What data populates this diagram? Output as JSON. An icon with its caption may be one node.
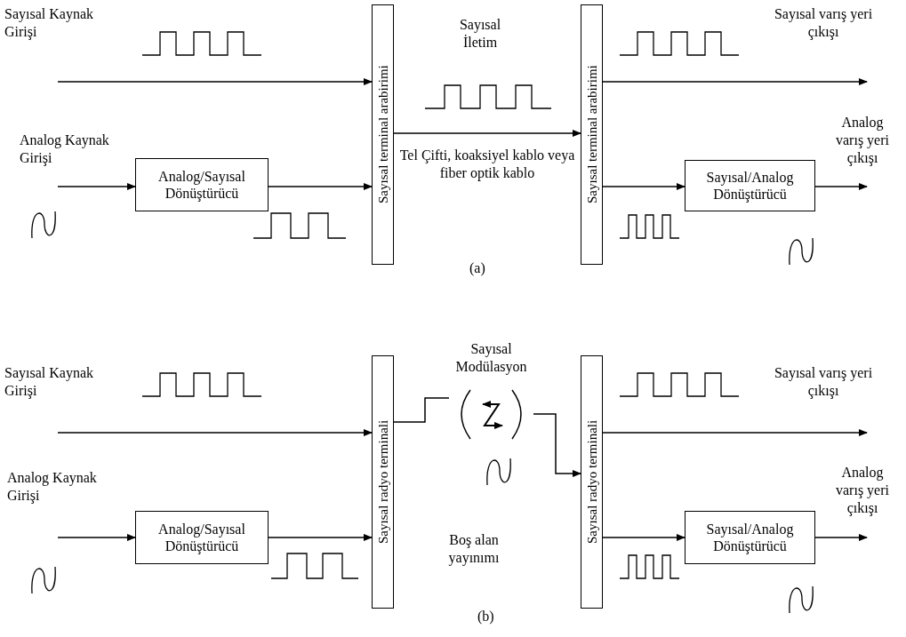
{
  "diagram": {
    "nodes": [
      {
        "text": [
          "Sayısal terminal arabirimi"
        ]
      },
      {
        "text": [
          "Analog/Sayısal Dönüştürücü"
        ]
      },
      {
        "text": [
          "Sayısal terminal arabirimi"
        ]
      },
      {
        "text": [
          "Sayısal/Analog Dönüştürücü"
        ]
      },
      {
        "text": [
          "Sayısal radyo terminali"
        ]
      },
      {
        "text": [
          "Analog/Sayısal Dönüştürücü"
        ]
      },
      {
        "text": [
          "Sayısal radyo terminali"
        ]
      },
      {
        "text": [
          "Sayısal/Analog Dönüştürücü"
        ]
      },
      {
        "text": [],
        "shape": "picture",
        "beside": [
          "Sayısal Modülasyon"
        ]
      }
    ],
    "edges": [
      {
        "from": null,
        "to": 0,
        "arrow": "to"
      },
      {
        "from": null,
        "to": 1,
        "arrow": "to"
      },
      {
        "from": 1,
        "to": 0,
        "arrow": "to"
      },
      {
        "from": 0,
        "to": 2,
        "arrow": "to",
        "label": "Tel Çifti, koaksiyel kablo veya fiber optik kablo"
      },
      {
        "from": 2,
        "to": null,
        "arrow": "to"
      },
      {
        "from": 2,
        "to": 3,
        "arrow": "to"
      },
      {
        "from": 3,
        "to": null,
        "arrow": "to"
      },
      {
        "from": null,
        "to": 4,
        "arrow": "to"
      },
      {
        "from": null,
        "to": 5,
        "arrow": "to"
      },
      {
        "from": 5,
        "to": 4,
        "arrow": "to"
      },
      {
        "from": 4,
        "to": 8,
        "arrow": "none"
      },
      {
        "from": 8,
        "to": 6,
        "arrow": "to"
      },
      {
        "from": 6,
        "to": null,
        "arrow": "to"
      },
      {
        "from": 6,
        "to": 7,
        "arrow": "to"
      },
      {
        "from": 7,
        "to": null,
        "arrow": "to"
      }
    ],
    "labels": [
      "Sayısal Kaynak Girişi",
      "Sayısal İletim",
      "Sayısal varış yeri çıkışı",
      "Analog Kaynak Girişi",
      "Analog varış yeri çıkışı",
      "(a)",
      "Sayısal Kaynak Girişi",
      "Sayısal varış yeri çıkışı",
      "Analog Kaynak Girişi",
      "Analog varış yeri çıkışı",
      "Boş alan yayınımı",
      "(b)"
    ]
  }
}
